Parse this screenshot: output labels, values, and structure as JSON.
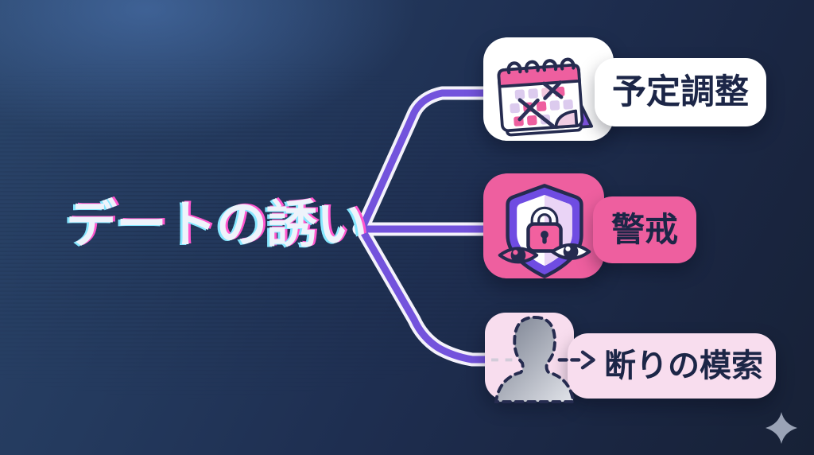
{
  "root": {
    "label": "デートの誘い"
  },
  "branches": [
    {
      "id": "schedule-adjustment",
      "label": "予定調整",
      "icon": "calendar-crossed-dates-icon",
      "card_color": "#ffffff"
    },
    {
      "id": "vigilance",
      "label": "警戒",
      "icon": "shield-lock-eyes-icon",
      "card_color": "#ee5f9f"
    },
    {
      "id": "decline-search",
      "label": "断りの模索",
      "icon": "anonymous-person-arrow-icon",
      "card_color": "#f8ddee"
    }
  ],
  "decor": {
    "sparkle_icon": "four-point-star-sparkle",
    "sparkle_color": "#9aa3b6"
  },
  "theme": {
    "background_top_left": "#2a4469",
    "background_bottom_right": "#172136",
    "connector_core": "#7353dc",
    "connector_casing": "#f4f2fb",
    "title_color": "#eef3fb",
    "title_glitch_cyan": "#86e7ff",
    "title_glitch_magenta": "#ff57cd",
    "label_text_color": "#1c2647",
    "icon_outline_color": "#252b4f",
    "accent_pink": "#ee5f9f",
    "accent_purple": "#7a4fd8",
    "light_pink": "#f8ddee"
  }
}
